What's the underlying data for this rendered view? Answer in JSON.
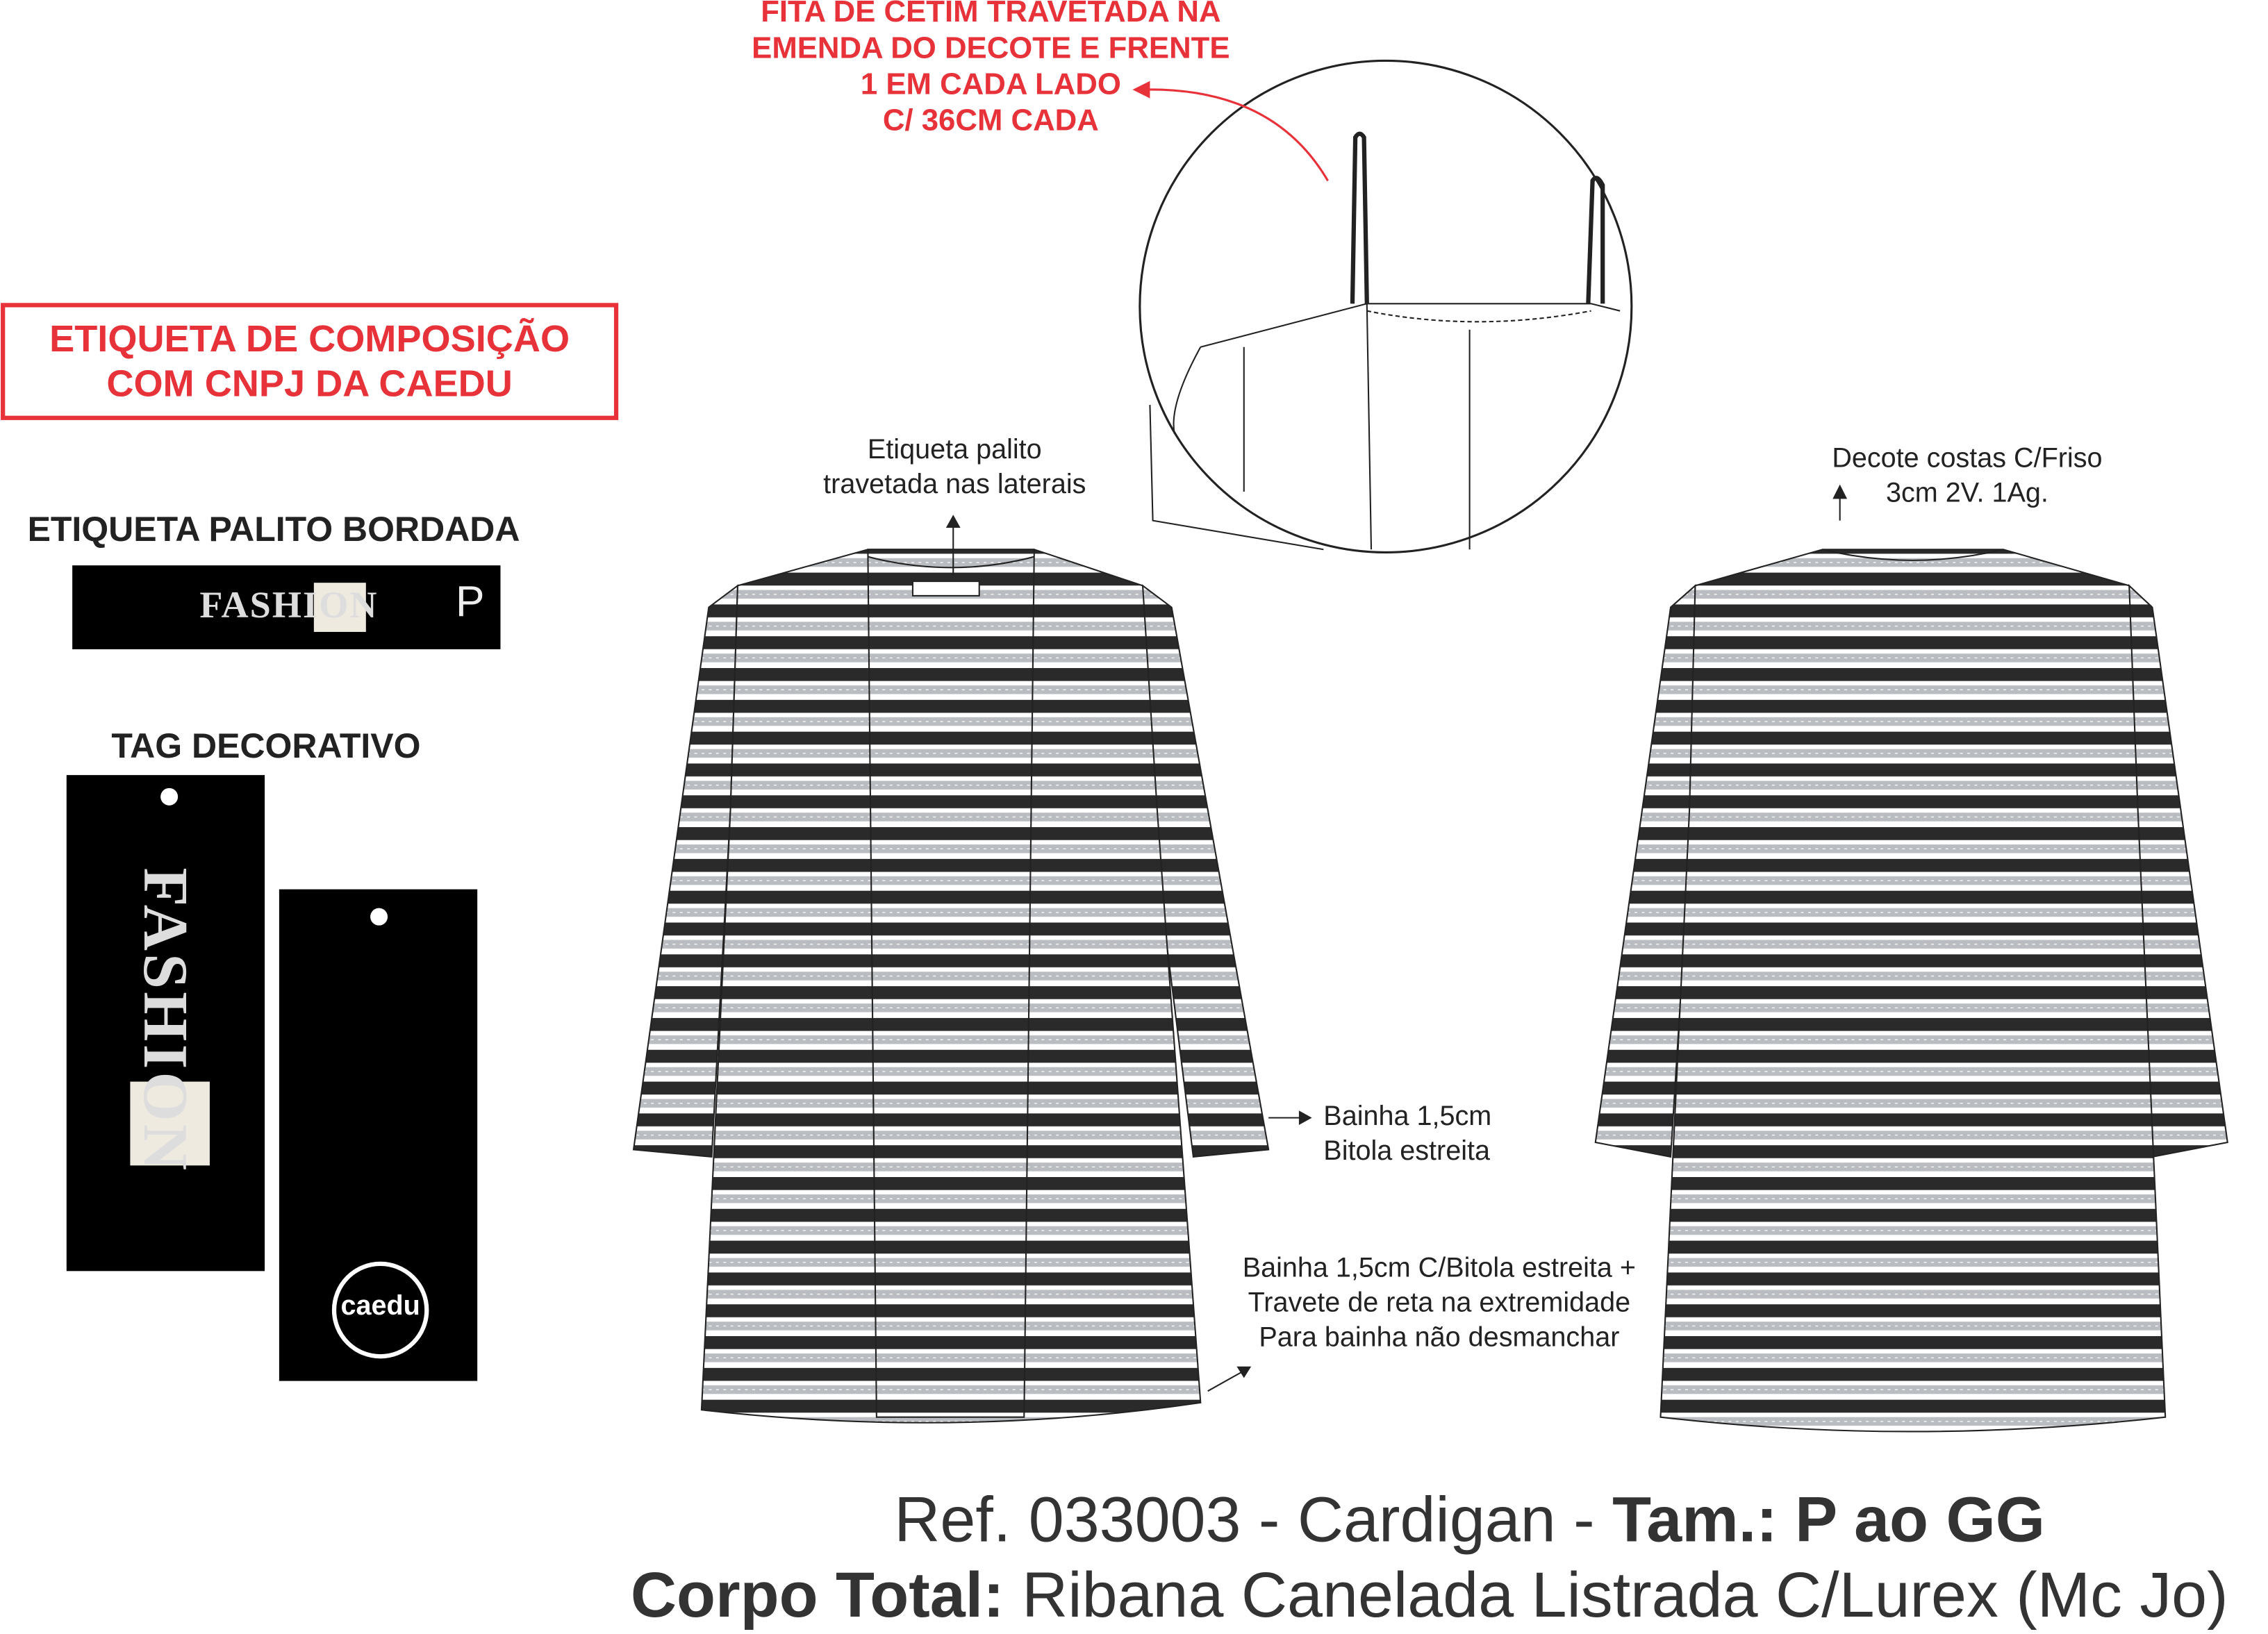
{
  "callout_ribbon": {
    "lines": [
      "FITA DE CETIM TRAVETADA NA",
      "EMENDA DO DECOTE E FRENTE",
      "1 EM CADA LADO",
      "C/ 36CM CADA"
    ]
  },
  "composition_label": {
    "lines": [
      "ETIQUETA DE COMPOSIÇÃO",
      "COM CNPJ DA CAEDU"
    ]
  },
  "palito_label": {
    "title": "ETIQUETA PALITO BORDADA",
    "brand": "FASHION",
    "size": "P"
  },
  "decorative_tag": {
    "title": "TAG DECORATIVO",
    "brand": "FASHION",
    "logo": "caedu"
  },
  "front_notes": {
    "palito": [
      "Etiqueta palito",
      "travetada nas laterais"
    ],
    "sleeve_hem": [
      "Bainha 1,5cm",
      "Bitola estreita"
    ],
    "body_hem": [
      "Bainha 1,5cm C/Bitola estreita +",
      "Travete de reta na extremidade",
      "Para bainha não desmanchar"
    ]
  },
  "back_notes": {
    "neckline": [
      "Decote costas C/Friso",
      "3cm 2V. 1Ag."
    ]
  },
  "footer": {
    "ref": "Ref. 033003 - Cardigan - ",
    "size_label": "Tam.: P ao GG",
    "body_label": "Corpo Total:",
    "body_value": " Ribana Canelada Listrada C/Lurex (Mc Jo)"
  },
  "colors": {
    "accent_red": "#e8323a",
    "stripe_dark": "#2a2a2a",
    "stripe_gray": "#b9bcc0"
  }
}
